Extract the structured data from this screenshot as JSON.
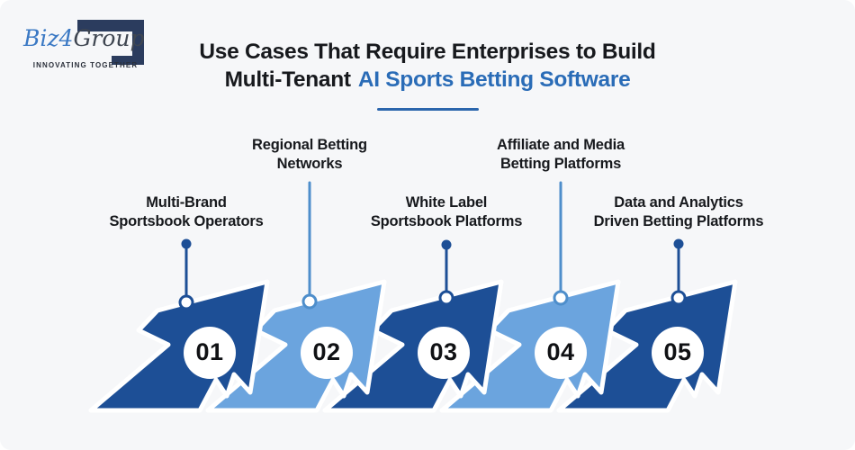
{
  "background_color": "#f6f7f9",
  "logo": {
    "part1": "Biz",
    "part2": "4",
    "part3": "Group",
    "tagline": "INNOVATING TOGETHER",
    "bracket_color": "#2b3c5e",
    "text_blue": "#3b79c4",
    "text_dark": "#3f4651"
  },
  "title": {
    "line1": "Use Cases That Require Enterprises to Build",
    "line2_prefix": "Multi-Tenant",
    "line2_accent": "AI Sports Betting Software",
    "accent_color": "#2a6cb7",
    "text_color": "#17191d",
    "underline_color": "#2b66ad"
  },
  "steps": [
    {
      "number": "01",
      "label_line1": "Multi-Brand",
      "label_line2": "Sportsbook Operators",
      "arrow_color": "#1d4f96",
      "tone": "dark"
    },
    {
      "number": "02",
      "label_line1": "Regional Betting",
      "label_line2": "Networks",
      "arrow_color": "#6ba4de",
      "tone": "light"
    },
    {
      "number": "03",
      "label_line1": "White Label",
      "label_line2": "Sportsbook Platforms",
      "arrow_color": "#1d4f96",
      "tone": "dark"
    },
    {
      "number": "04",
      "label_line1": "Affiliate and Media",
      "label_line2": "Betting Platforms",
      "arrow_color": "#6ba4de",
      "tone": "light"
    },
    {
      "number": "05",
      "label_line1": "Data and Analytics",
      "label_line2": "Driven Betting Platforms",
      "arrow_color": "#1d4f96",
      "tone": "dark"
    }
  ],
  "connector_colors": {
    "dark": "#1d4f96",
    "light": "#4e8ecb"
  },
  "number_circle_color": "#ffffff"
}
